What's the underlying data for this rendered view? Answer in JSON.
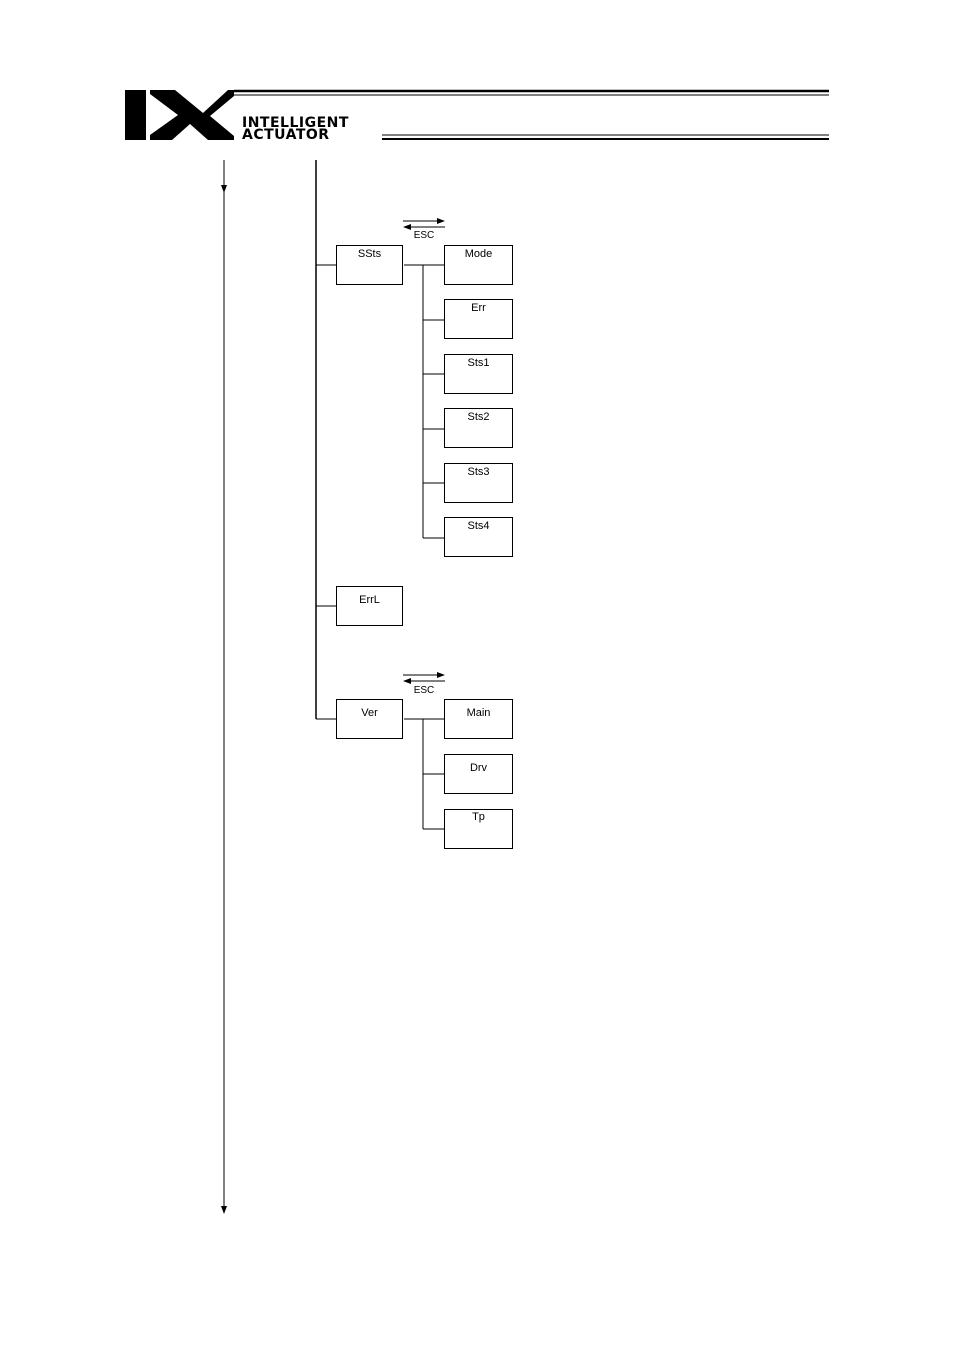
{
  "header": {
    "logo_text": "IX",
    "brand_line1": "INTELLIGENT",
    "brand_line2": "ACTUATOR"
  },
  "tree": {
    "ssts": {
      "label": "SSts",
      "esc": "ESC",
      "children": [
        "Mode",
        "Err",
        "Sts1",
        "Sts2",
        "Sts3",
        "Sts4"
      ]
    },
    "errl": {
      "label": "ErrL"
    },
    "ver": {
      "label": "Ver",
      "esc": "ESC",
      "children": [
        "Main",
        "Drv",
        "Tp"
      ]
    }
  }
}
